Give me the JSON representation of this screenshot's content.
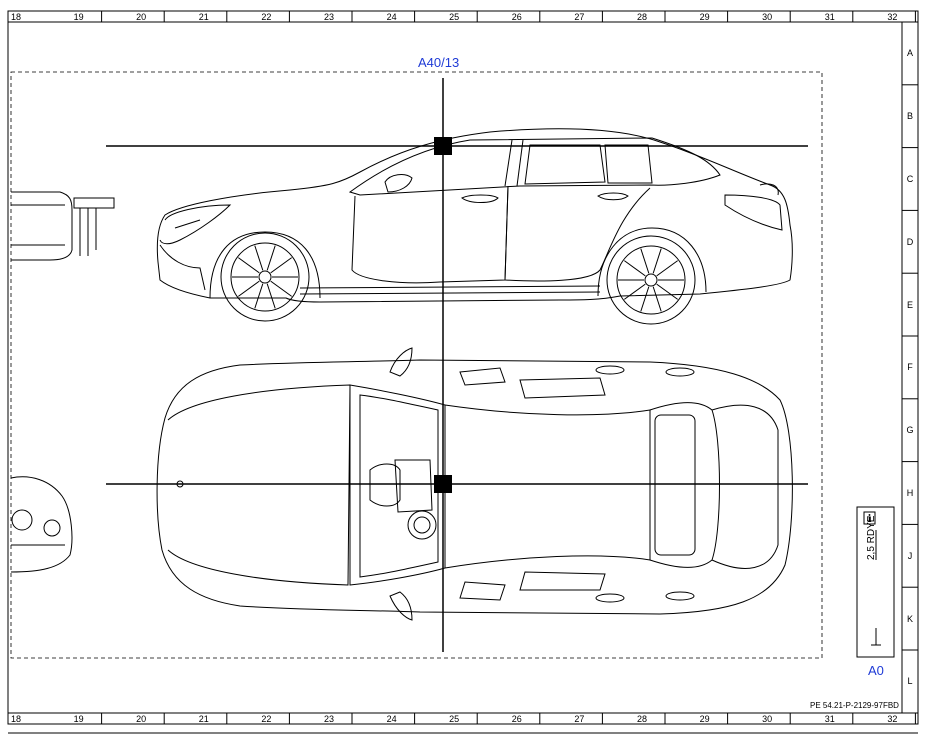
{
  "grid": {
    "columns": [
      "18",
      "19",
      "20",
      "21",
      "22",
      "23",
      "24",
      "25",
      "26",
      "27",
      "28",
      "29",
      "30",
      "31",
      "32"
    ],
    "rows": [
      "A",
      "B",
      "C",
      "D",
      "E",
      "F",
      "G",
      "H",
      "J",
      "K",
      "L"
    ]
  },
  "connector": {
    "label": "A40/13"
  },
  "legend": {
    "info_icon": "info-icon",
    "wire": "2,5 RDYE",
    "ground_point": "A0"
  },
  "reference_code": "PE 54.21-P-2129-97FBD",
  "colors": {
    "accent": "#1f3bd6",
    "line": "#000000"
  }
}
